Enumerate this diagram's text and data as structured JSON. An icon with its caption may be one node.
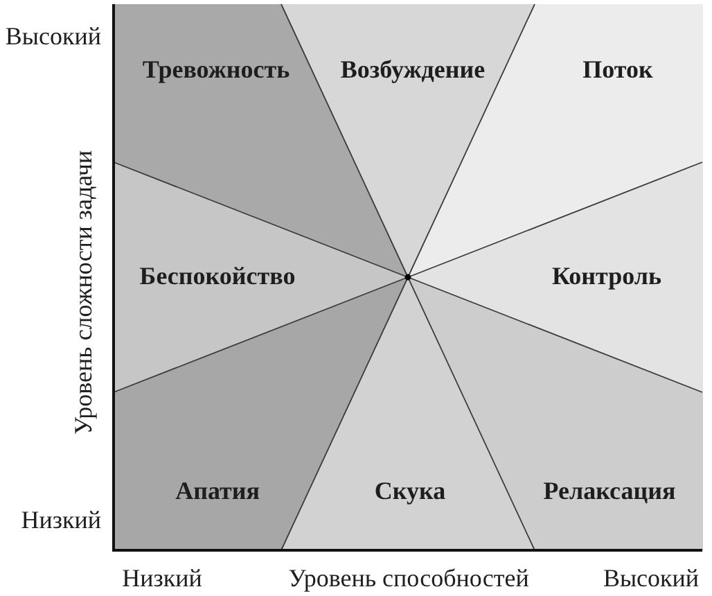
{
  "diagram": {
    "nodes": [
      {
        "text": [
          "Тревожность"
        ]
      },
      {
        "text": [
          "Возбуждение"
        ]
      },
      {
        "text": [
          "Поток"
        ]
      },
      {
        "text": [
          "Беспокойство"
        ]
      },
      {
        "text": [
          "Контроль"
        ]
      },
      {
        "text": [
          "Апатия"
        ]
      },
      {
        "text": [
          "Скука"
        ]
      },
      {
        "text": [
          "Релаксация"
        ]
      }
    ],
    "labels": [
      "Высокий",
      "Уровень сложности задачи",
      "Низкий",
      "Низкий",
      "Уровень способностей",
      "Высокий"
    ]
  }
}
